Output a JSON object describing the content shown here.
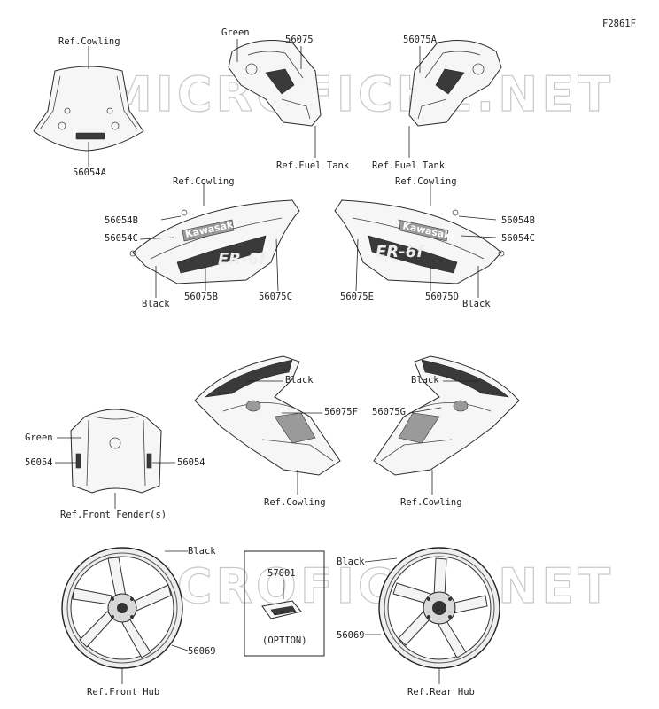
{
  "figure_id": "F2861F",
  "watermark": "MICROFICHE.NET",
  "labels": {
    "ref_cowling_top": "Ref.Cowling",
    "p56054A": "56054A",
    "green_tank": "Green",
    "p56075": "56075",
    "ref_fuel_tank_l": "Ref.Fuel Tank",
    "p56075A": "56075A",
    "ref_fuel_tank_r": "Ref.Fuel Tank",
    "ref_cowling_l": "Ref.Cowling",
    "ref_cowling_r": "Ref.Cowling",
    "p56054B_l": "56054B",
    "p56054C_l": "56054C",
    "black_l": "Black",
    "p56075B": "56075B",
    "p56075C": "56075C",
    "p56075E": "56075E",
    "p56075D": "56075D",
    "p56054B_r": "56054B",
    "p56054C_r": "56054C",
    "black_r": "Black",
    "black_lower_l": "Black",
    "p56075F": "56075F",
    "ref_cowling_lower_l": "Ref.Cowling",
    "black_lower_r": "Black",
    "p56075G": "56075G",
    "ref_cowling_lower_r": "Ref.Cowling",
    "green_fender": "Green",
    "p56054_l": "56054",
    "p56054_r": "56054",
    "ref_front_fender": "Ref.Front Fender(s)",
    "black_front_wheel": "Black",
    "p56069_front": "56069",
    "ref_front_hub": "Ref.Front Hub",
    "p57001": "57001",
    "option": "(OPTION)",
    "black_rear_wheel": "Black",
    "p56069_rear": "56069",
    "ref_rear_hub": "Ref.Rear Hub"
  },
  "decals": {
    "brand": "Kawasaki",
    "model": "ER-6f"
  }
}
